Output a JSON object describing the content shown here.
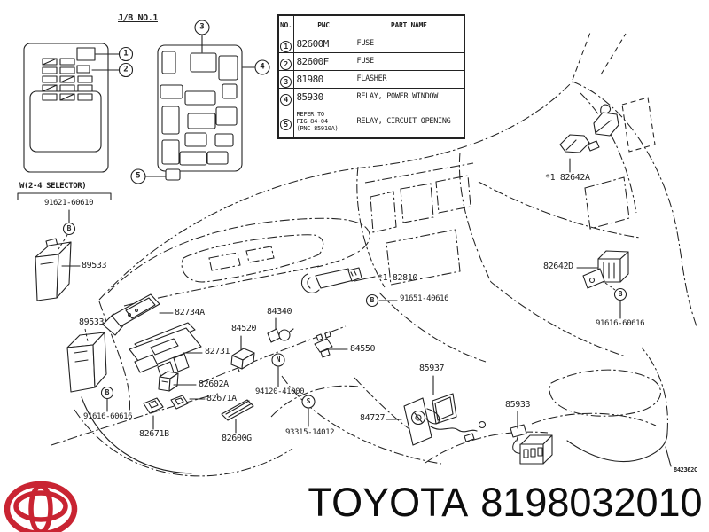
{
  "colors": {
    "ink": "#222222",
    "logo_red": "#c92432"
  },
  "jb_box": {
    "title": "J/B NO.1"
  },
  "selector": {
    "title": "W(2-4 SELECTOR)",
    "bolt": "91621-60610"
  },
  "table": {
    "headers": {
      "no": "NO.",
      "pnc": "PNC",
      "name": "PART NAME"
    },
    "rows": [
      {
        "no": "1",
        "pnc": "82600M",
        "name": "FUSE"
      },
      {
        "no": "2",
        "pnc": "82600F",
        "name": "FUSE"
      },
      {
        "no": "3",
        "pnc": "81980",
        "name": "FLASHER"
      },
      {
        "no": "4",
        "pnc": "85930",
        "name": "RELAY, POWER WINDOW"
      },
      {
        "no": "5",
        "pnc_lines": [
          "REFER TO",
          "FIG 84-04",
          "(PNC 85910A)"
        ],
        "name": "RELAY, CIRCUIT OPENING"
      }
    ]
  },
  "callouts": {
    "c1": "1",
    "c2": "2",
    "c3": "3",
    "c4": "4",
    "c5": "5"
  },
  "markers": {
    "b1": "B",
    "b2": "B",
    "n": "N",
    "s": "S",
    "b3": "B",
    "b4": "B"
  },
  "labels": {
    "l89533_upper": "89533",
    "l89533_lower": "89533",
    "l82734a": "82734A",
    "l84520": "84520",
    "l84340": "84340",
    "l82731": "82731",
    "l82602a": "82602A",
    "l82671a": "82671A",
    "l91616_60616_left": "91616-60616",
    "l82671b": "82671B",
    "l82600g": "82600G",
    "l94120_41000": "94120-41000",
    "l93315_14012": "93315-14012",
    "l84550": "84550",
    "l84727": "84727",
    "l85937": "85937",
    "l85933": "85933",
    "l82810": "*1 82810",
    "l91651_40616": "91651-40616",
    "l82642a": "*1 82642A",
    "l82642d": "82642D",
    "l91616_60616_right": "91616-60616",
    "ref_code": "842362C"
  },
  "footer": {
    "brand": "TOYOTA",
    "part_number": "8198032010"
  }
}
